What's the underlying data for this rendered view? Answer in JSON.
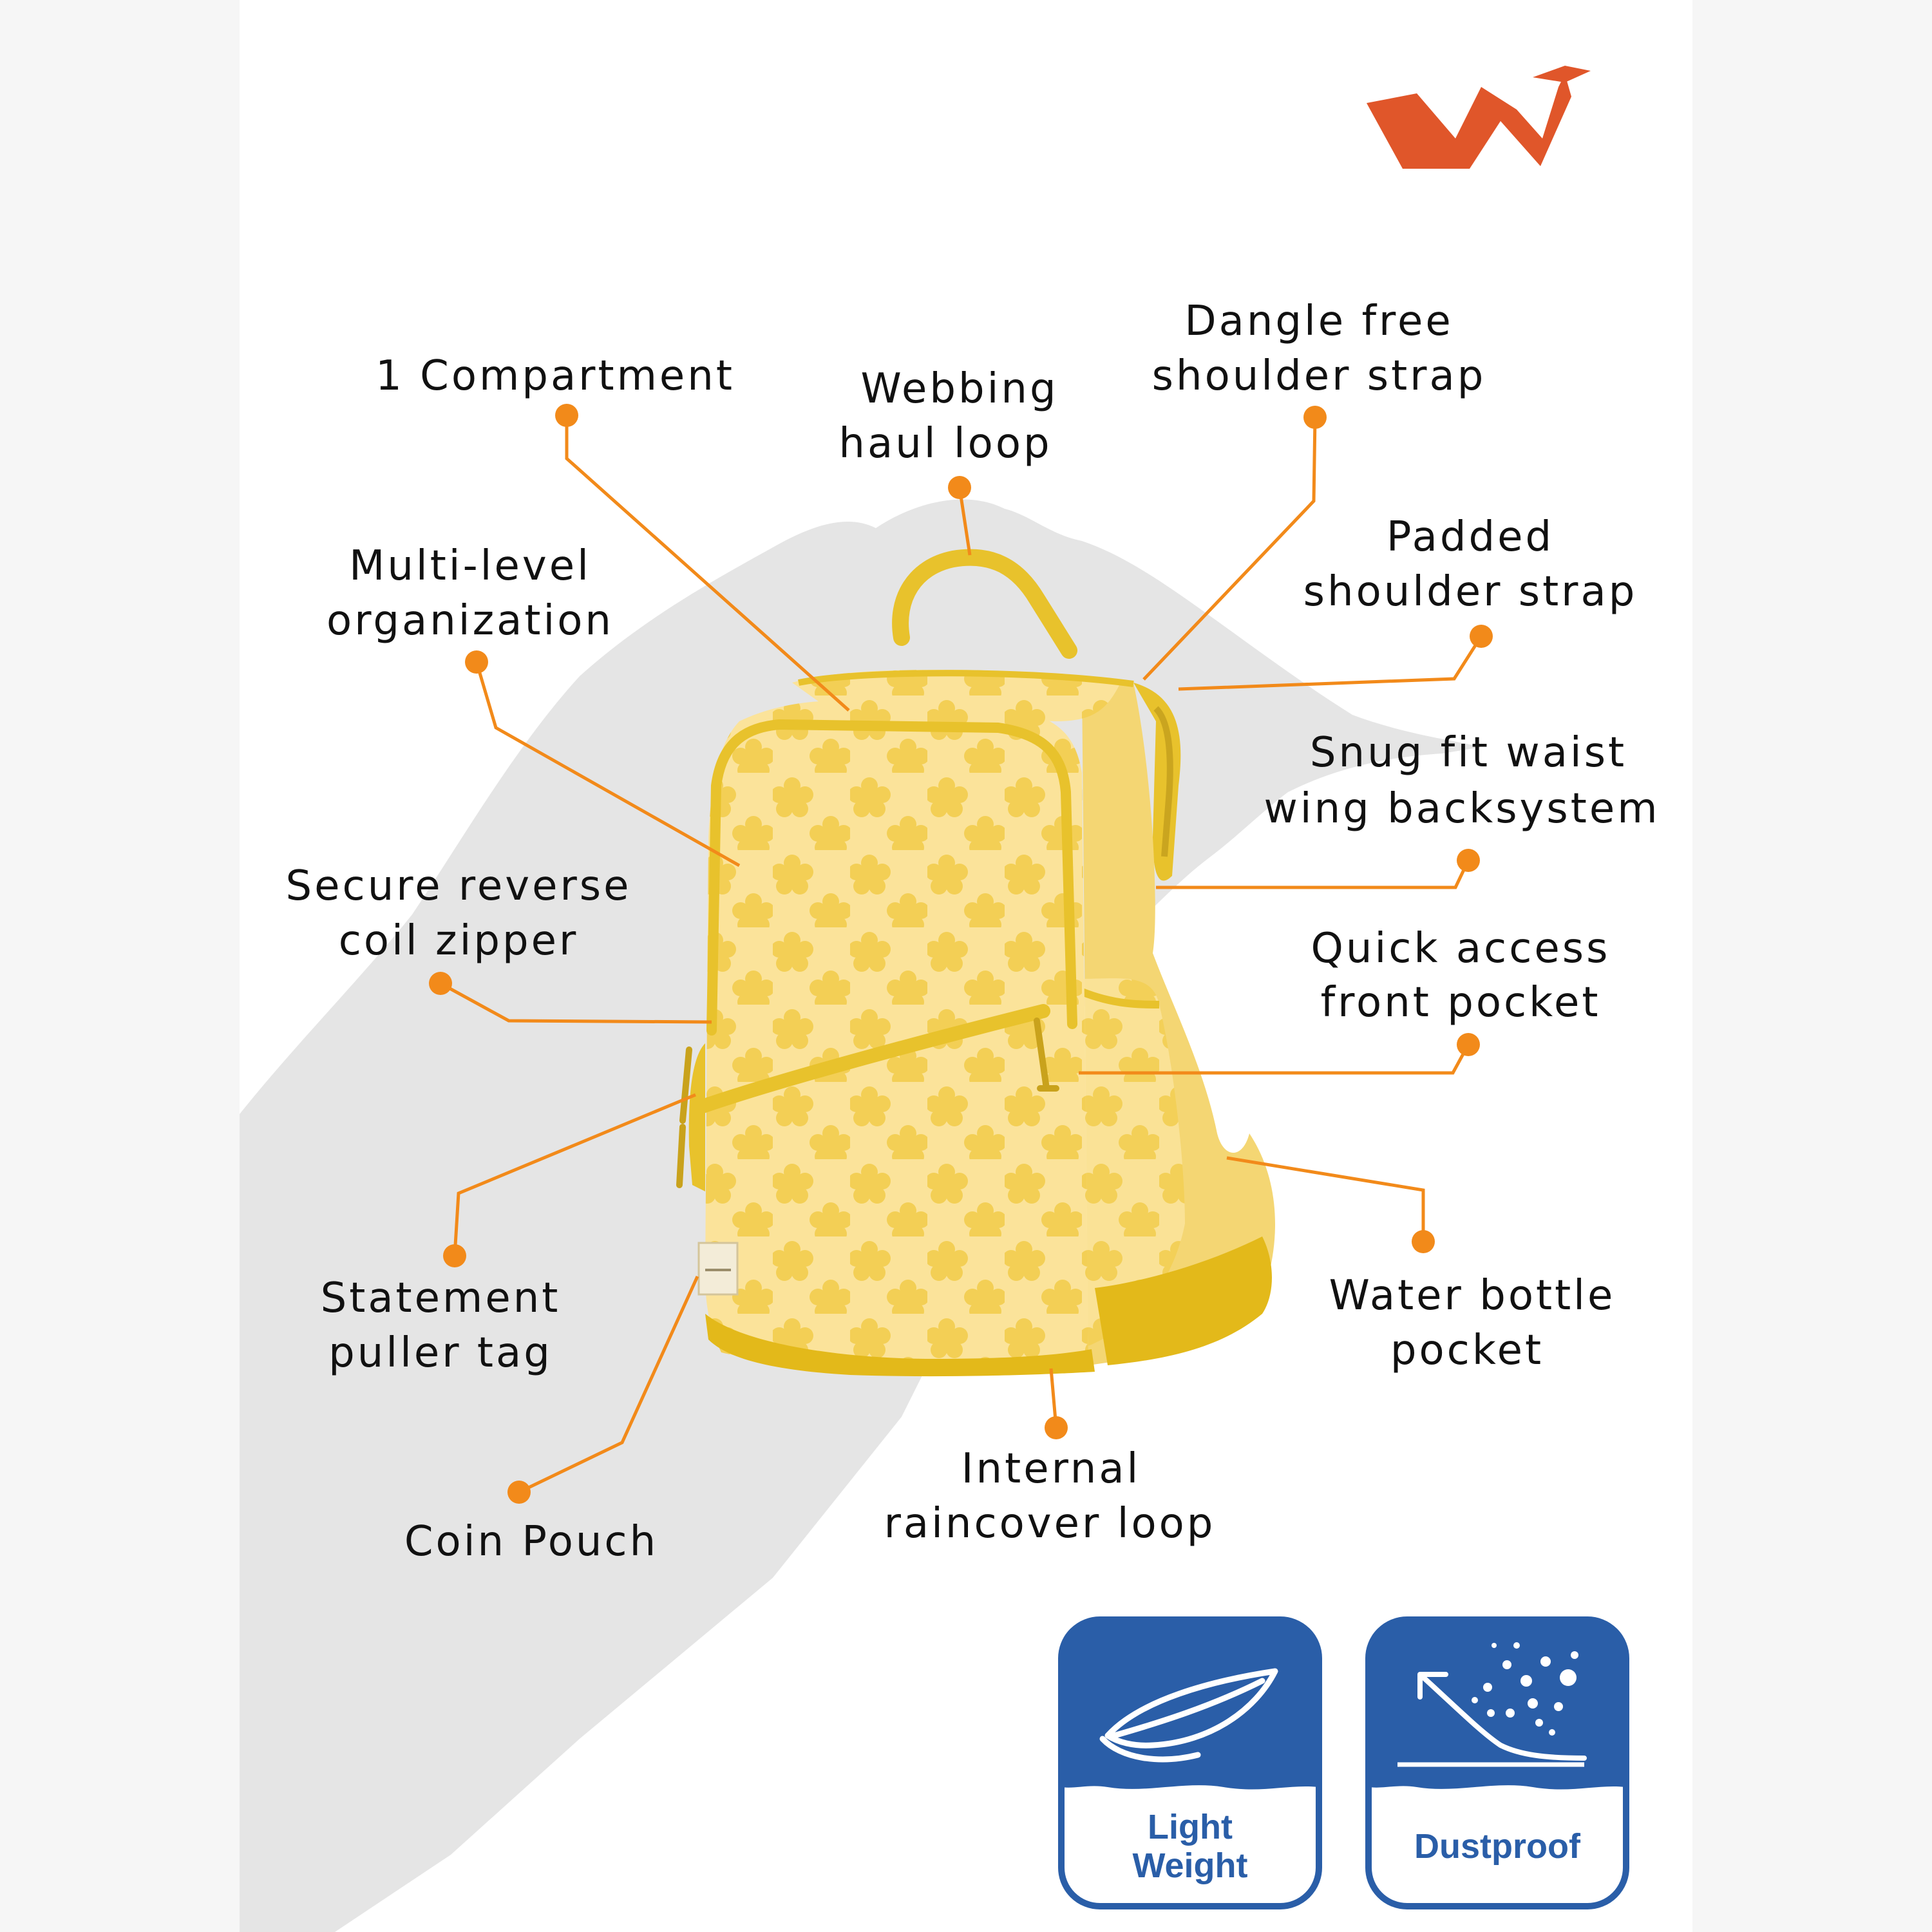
{
  "colors": {
    "brand": "#e0562a",
    "callout": "#f28a1a",
    "bag_main": "#fbe08c",
    "bag_accent": "#e8c22c",
    "badge_blue": "#2a5ea8"
  },
  "brand_logo": {
    "icon": "wildcraft-w-logo"
  },
  "features": {
    "compartment": {
      "line1": "1 Compartment"
    },
    "haul_loop": {
      "line1": "Webbing",
      "line2": "haul loop"
    },
    "dangle_strap": {
      "line1": "Dangle free",
      "line2": "shoulder strap"
    },
    "multi_level": {
      "line1": "Multi-level",
      "line2": "organization"
    },
    "padded_strap": {
      "line1": "Padded",
      "line2": "shoulder strap"
    },
    "waist_wing": {
      "line1": "Snug fit waist",
      "line2": "wing backsystem"
    },
    "reverse_zipper": {
      "line1": "Secure reverse",
      "line2": "coil zipper"
    },
    "front_pocket": {
      "line1": "Quick access",
      "line2": "front pocket"
    },
    "puller_tag": {
      "line1": "Statement",
      "line2": "puller tag"
    },
    "bottle_pocket": {
      "line1": "Water bottle",
      "line2": "pocket"
    },
    "raincover_loop": {
      "line1": "Internal",
      "line2": "raincover loop"
    },
    "coin_pouch": {
      "line1": "Coin Pouch"
    }
  },
  "badges": [
    {
      "icon": "feather-icon",
      "line1": "Light",
      "line2": "Weight"
    },
    {
      "icon": "dust-particles-icon",
      "line1": "Dustproof"
    }
  ]
}
